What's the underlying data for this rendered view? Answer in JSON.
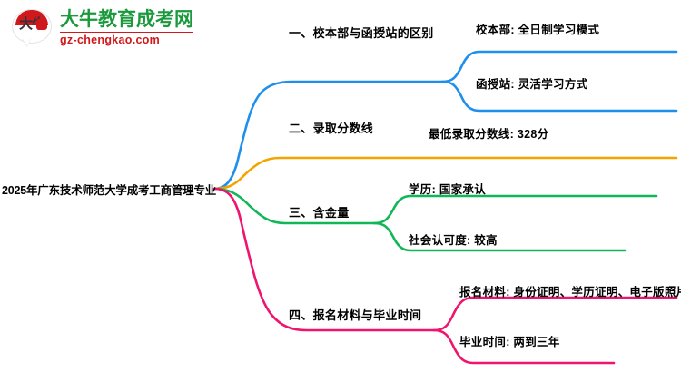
{
  "logo": {
    "mark_text": "大牛",
    "brand_cn": "大牛教育成考网",
    "brand_en": "gz-chengkao.com",
    "colors": {
      "green": "#1a9a3c",
      "red": "#d0191c"
    }
  },
  "mindmap": {
    "root": "2025年广东技术师范大学成考工商管理专业",
    "branches": [
      {
        "label": "一、校本部与函授站的区别",
        "color": "#1f8fee",
        "children": [
          "校本部: 全日制学习模式",
          "函授站: 灵活学习方式"
        ]
      },
      {
        "label": "二、录取分数线",
        "color": "#f5a300",
        "children": [
          "最低录取分数线: 328分"
        ]
      },
      {
        "label": "三、含金量",
        "color": "#10b757",
        "children": [
          "学历: 国家承认",
          "社会认可度: 较高"
        ]
      },
      {
        "label": "四、报名材料与毕业时间",
        "color": "#f0146e",
        "children": [
          "报名材料: 身份证明、学历证明、电子版照片",
          "毕业时间: 两到三年"
        ]
      }
    ]
  }
}
